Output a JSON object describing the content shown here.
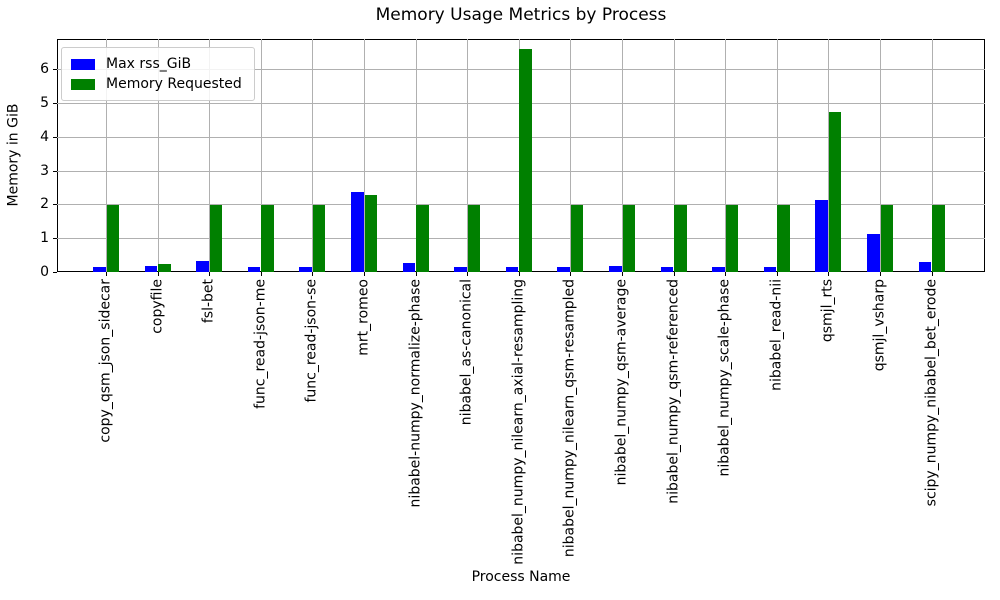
{
  "chart_data": {
    "type": "bar",
    "title": "Memory Usage Metrics by Process",
    "xlabel": "Process Name",
    "ylabel": "Memory in GiB",
    "categories": [
      "copy_qsm_json_sidecar",
      "copyfile",
      "fsl-bet",
      "func_read-json-me",
      "func_read-json-se",
      "mrt_romeo",
      "nibabel-numpy_normalize-phase",
      "nibabel_as-canonical",
      "nibabel_numpy_nilearn_axial-resampling",
      "nibabel_numpy_nilearn_qsm-resampled",
      "nibabel_numpy_qsm-average",
      "nibabel_numpy_qsm-referenced",
      "nibabel_numpy_scale-phase",
      "nibabel_read-nii",
      "qsmjl_rts",
      "qsmjl_vsharp",
      "scipy_numpy_nibabel_bet_erode"
    ],
    "series": [
      {
        "name": "Max rss_GiB",
        "color": "#0000ff",
        "values": [
          0.15,
          0.17,
          0.34,
          0.16,
          0.15,
          2.38,
          0.27,
          0.15,
          0.15,
          0.15,
          0.18,
          0.16,
          0.15,
          0.16,
          2.14,
          1.14,
          0.3
        ]
      },
      {
        "name": "Memory Requested",
        "color": "#008000",
        "values": [
          1.98,
          0.23,
          1.98,
          1.98,
          1.98,
          2.27,
          1.98,
          1.98,
          6.59,
          1.98,
          1.98,
          1.98,
          1.98,
          1.98,
          4.73,
          1.98,
          1.98
        ]
      }
    ],
    "ylim": [
      0,
      6.9
    ],
    "yticks": [
      0,
      1,
      2,
      3,
      4,
      5,
      6
    ],
    "grid": true,
    "grid_color": "#b0b0b0",
    "legend_position": "upper left"
  }
}
